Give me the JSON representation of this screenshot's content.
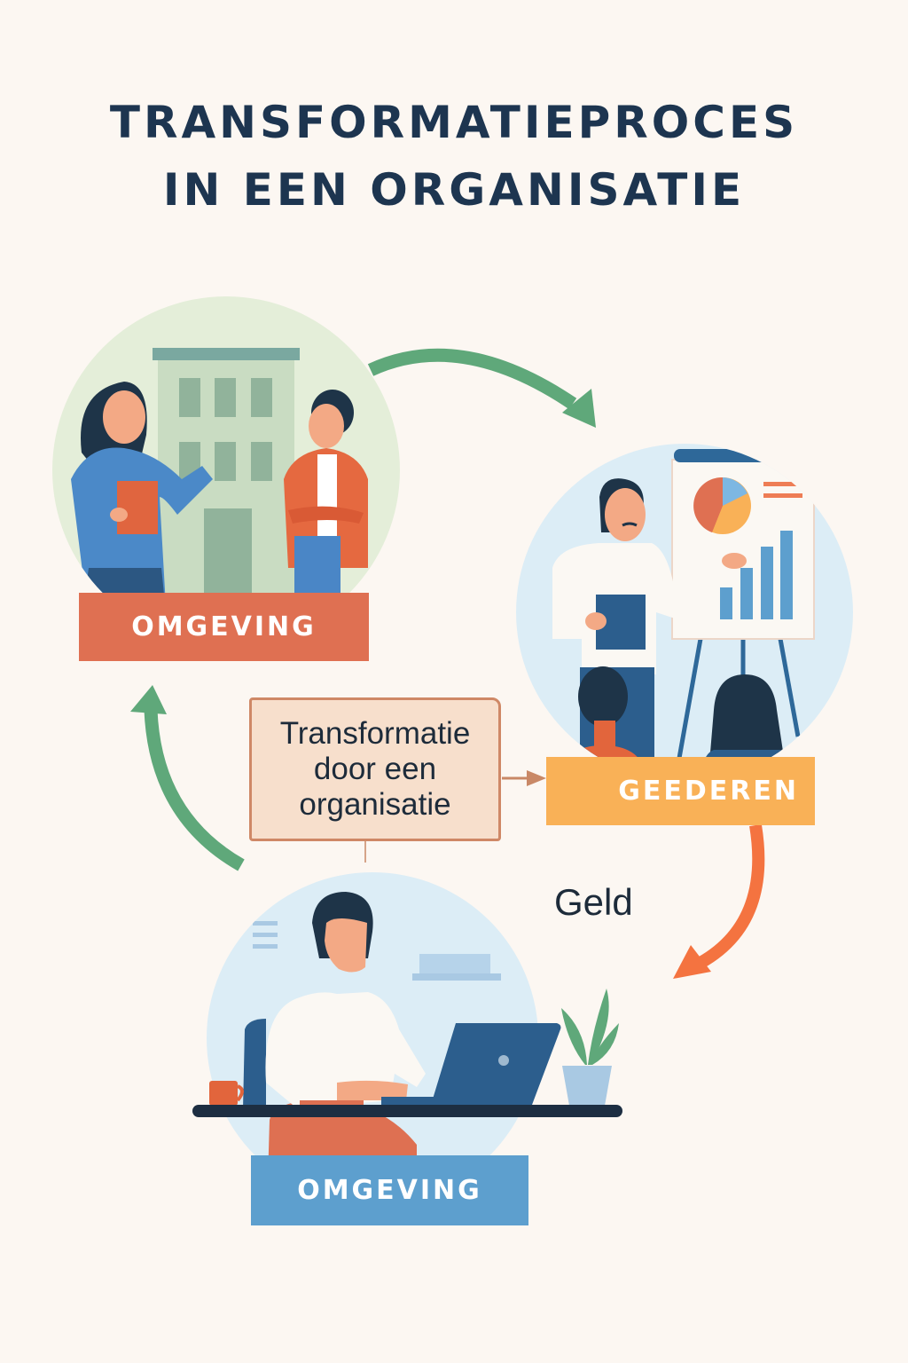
{
  "title": {
    "line1": "TRANSFORMATIEPROCES",
    "line2": "IN EEN ORGANISATIE"
  },
  "nodes": [
    {
      "id": "top-left",
      "label": "OMGEVING",
      "color": "#df7052",
      "scene": "two people talking in front of an office building"
    },
    {
      "id": "right",
      "label": "GEEDEREN",
      "color": "#f9b157",
      "scene": "presenter at flip chart with pie and bar charts, audience"
    },
    {
      "id": "bottom",
      "label": "OMGEVING",
      "color": "#5d9fce",
      "scene": "person working on laptop at desk with mug and plant"
    }
  ],
  "center_box": {
    "line1": "Transformatie",
    "line2": "door een",
    "line3": "organisatie"
  },
  "flow_label": "Geld",
  "colors": {
    "title": "#1d3550",
    "background": "#fcf7f2",
    "green_arrow": "#5fa87a",
    "orange_arrow": "#f47340",
    "connector_arrow": "#c98866"
  }
}
